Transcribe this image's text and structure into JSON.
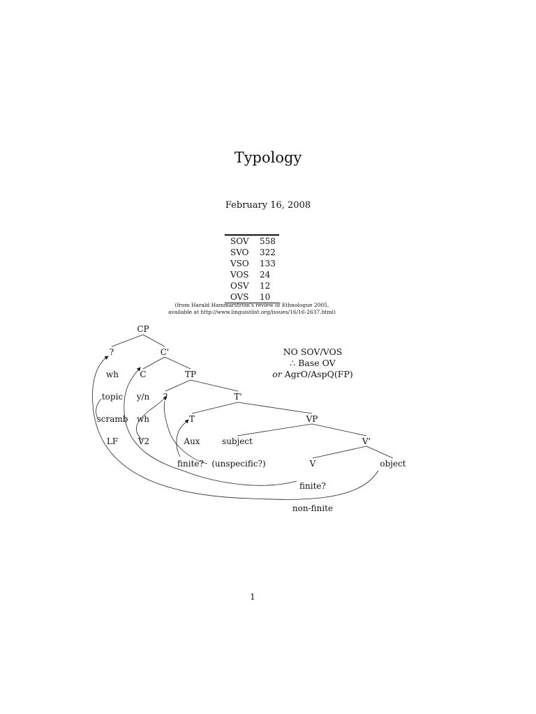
{
  "document": {
    "title": "Typology",
    "date": "February 16, 2008",
    "page_number": "1"
  },
  "table": {
    "rows": [
      {
        "order": "SOV",
        "count": "558"
      },
      {
        "order": "SVO",
        "count": "322"
      },
      {
        "order": "VSO",
        "count": "133"
      },
      {
        "order": "VOS",
        "count": "24"
      },
      {
        "order": "OSV",
        "count": "12"
      },
      {
        "order": "OVS",
        "count": "10"
      }
    ],
    "source_line1": "(from Harald Hammarström's review of Ethnologue 2005,",
    "source_line2": "available at http://www.linguistlist.org/issues/16/16-2637.html)"
  },
  "notes": {
    "line1": "NO SOV/VOS",
    "line2": "∴ Base OV",
    "line3_italic": "or",
    "line3_rest": " AgrO/AspQ(FP)"
  },
  "tree": {
    "labels": {
      "cp": "CP",
      "spec_cp": "?",
      "c_bar": "C'",
      "wh": "wh",
      "c": "C",
      "tp": "TP",
      "topic": "topic",
      "yn": "y/n",
      "spec_tp": "?",
      "t_bar": "T'",
      "scramb": "scramb",
      "wh2": "wh",
      "t": "T",
      "vp": "VP",
      "lf": "LF",
      "v2": "V2",
      "aux": "Aux",
      "subject": "subject",
      "v_bar": "V'",
      "finite_q": "finite?",
      "unspecific": "(unspecific?)",
      "v": "V",
      "object": "object",
      "finite_q2": "finite?",
      "non_finite": "non-finite"
    }
  }
}
